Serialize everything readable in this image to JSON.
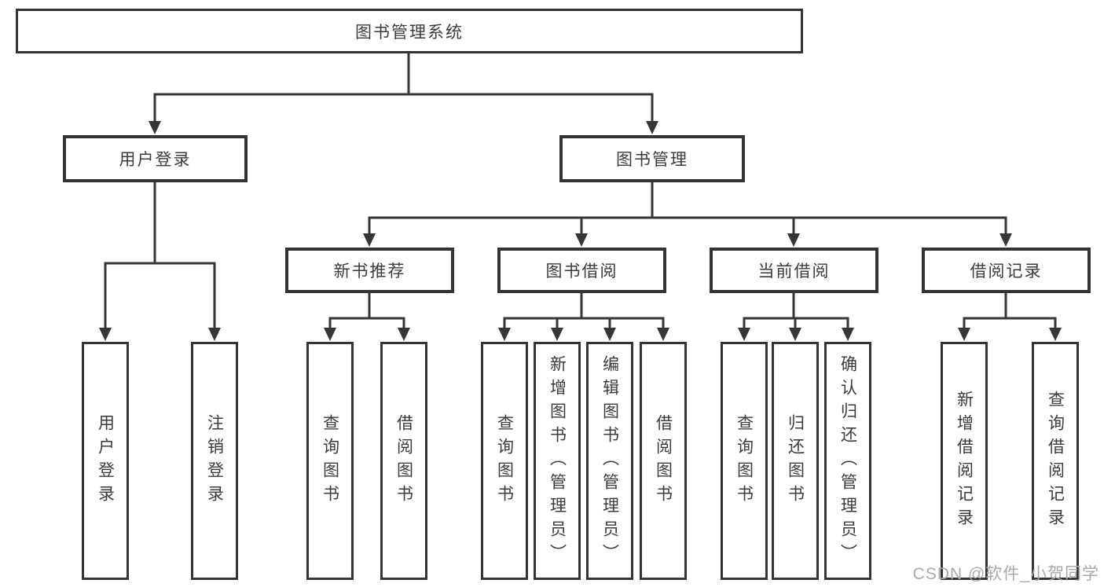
{
  "colors": {
    "line": "#363636",
    "box_border": "#343434",
    "text": "#3b3b3b",
    "watermark": "#a9a9a9",
    "background": "#ffffff"
  },
  "watermark": {
    "text": "CSDN @软件_小贺同学"
  },
  "tree": {
    "root": {
      "label": "图书管理系统"
    },
    "level2": [
      {
        "label": "用户登录",
        "children": [
          "用户登录",
          "注销登录"
        ]
      },
      {
        "label": "图书管理"
      }
    ],
    "level3": [
      {
        "label": "新书推荐",
        "children": [
          "查询图书",
          "借阅图书"
        ]
      },
      {
        "label": "图书借阅",
        "children": [
          "查询图书",
          "新增图书（管理员）",
          "编辑图书（管理员）",
          "借阅图书"
        ]
      },
      {
        "label": "当前借阅",
        "children": [
          "查询图书",
          "归还图书",
          "确认归还（管理员）"
        ]
      },
      {
        "label": "借阅记录",
        "children": [
          "新增借阅记录",
          "查询借阅记录"
        ]
      }
    ]
  }
}
